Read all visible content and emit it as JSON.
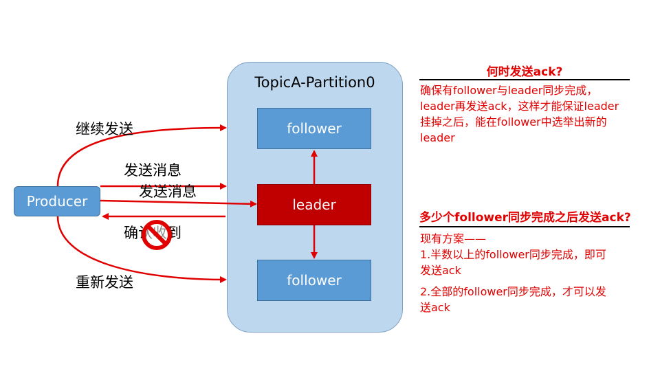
{
  "partition": {
    "title": "TopicA-Partition0"
  },
  "nodes": {
    "follower_top": "follower",
    "leader": "leader",
    "follower_bottom": "follower",
    "producer": "Producer"
  },
  "labels": {
    "continue_send": "继续发送",
    "send_message_1": "发送消息",
    "send_message_2": "发送消息",
    "ack_received": "确认收到",
    "resend": "重新发送"
  },
  "colors": {
    "arrow": "#e00000",
    "leader": "#c00000",
    "follower": "#5b9bd5",
    "partition_bg": "#bdd7ee"
  },
  "icons": {
    "prohibited": "no-entry-icon"
  },
  "panel_top": {
    "title": "何时发送ack?",
    "lines": [
      "确保有follower与leader同步完成，",
      "leader再发送ack，这样才能保证leader",
      "挂掉之后，能在follower中选举出新的",
      "leader"
    ]
  },
  "panel_bottom": {
    "title": "多少个follower同步完成之后发送ack?",
    "intro": "现有方案——",
    "option1_lines": [
      "1.半数以上的follower同步完成，即可",
      "发送ack"
    ],
    "option2_lines": [
      "2.全部的follower同步完成，才可以发",
      "送ack"
    ]
  }
}
